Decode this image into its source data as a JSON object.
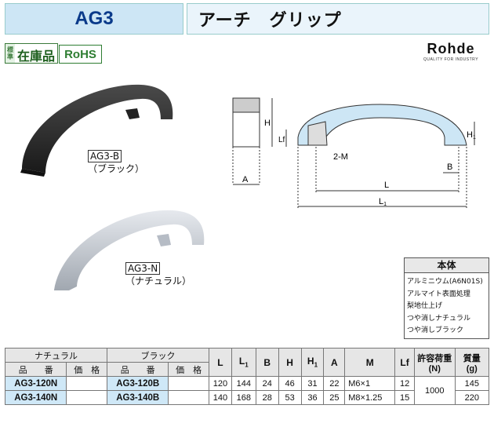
{
  "header": {
    "code": "AG3",
    "name": "アーチ　グリップ"
  },
  "badges": {
    "stock_small_1": "標",
    "stock_small_2": "準",
    "stock_main": "在庫品",
    "rohs": "RoHS"
  },
  "brand": {
    "name": "Rohde",
    "tagline": "QUALITY FOR INDUSTRY"
  },
  "photos": {
    "black_code": "AG3-B",
    "black_desc": "（ブラック）",
    "natural_code": "AG3-N",
    "natural_desc": "（ナチュラル）"
  },
  "drawing": {
    "H": "H",
    "Lf": "Lf",
    "A": "A",
    "M": "2-M",
    "L": "L",
    "L1": "L",
    "L1_sub": "1",
    "H1": "H",
    "H1_sub": "1",
    "B": "B"
  },
  "spec": {
    "title": "本体",
    "lines": [
      "アルミニウム(A6N01S)",
      "アルマイト表面処理",
      "梨地仕上げ",
      "つや消しナチュラル",
      "つや消しブラック"
    ]
  },
  "table": {
    "group_natural": "ナチュラル",
    "group_black": "ブラック",
    "col_part": "品　　番",
    "col_price": "価　格",
    "col_L": "L",
    "col_L1": "L",
    "col_L1_sub": "1",
    "col_B": "B",
    "col_H": "H",
    "col_H1": "H",
    "col_H1_sub": "1",
    "col_A": "A",
    "col_M": "M",
    "col_Lf": "Lf",
    "col_load": "許容荷重",
    "col_load_unit": "(N)",
    "col_mass": "質量",
    "col_mass_unit": "(g)",
    "rows": [
      {
        "natural": "AG3-120N",
        "black": "AG3-120B",
        "L": "120",
        "L1": "144",
        "B": "24",
        "H": "46",
        "H1": "31",
        "A": "22",
        "M": "M6×1",
        "Lf": "12",
        "mass": "145"
      },
      {
        "natural": "AG3-140N",
        "black": "AG3-140B",
        "L": "140",
        "L1": "168",
        "B": "28",
        "H": "53",
        "H1": "36",
        "A": "25",
        "M": "M8×1.25",
        "Lf": "15",
        "mass": "220"
      }
    ],
    "load": "1000"
  },
  "colors": {
    "accent": "#0a3a8a",
    "header_bg": "#cde6f5",
    "part_bg": "#cfe8f7"
  }
}
